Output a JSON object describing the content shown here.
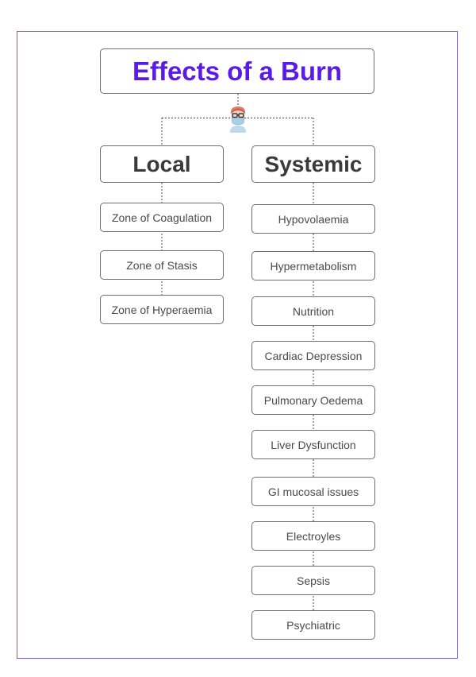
{
  "title": "Effects of a Burn",
  "branches": [
    {
      "label": "Local",
      "items": [
        "Zone of Coagulation",
        "Zone of Stasis",
        "Zone of Hyperaemia"
      ]
    },
    {
      "label": "Systemic",
      "items": [
        "Hypovolaemia",
        "Hypermetabolism",
        "Nutrition",
        "Cardiac Depression",
        "Pulmonary Oedema",
        "Liver Dysfunction",
        "GI mucosal issues",
        "Electroyles",
        "Sepsis",
        "Psychiatric"
      ]
    }
  ],
  "colors": {
    "frame": "#7c5cdb",
    "title": "#5b1be6",
    "text": "#3a3a3a",
    "connector": "#444444"
  },
  "icons": {
    "avatar": "doctor-avatar-icon"
  }
}
